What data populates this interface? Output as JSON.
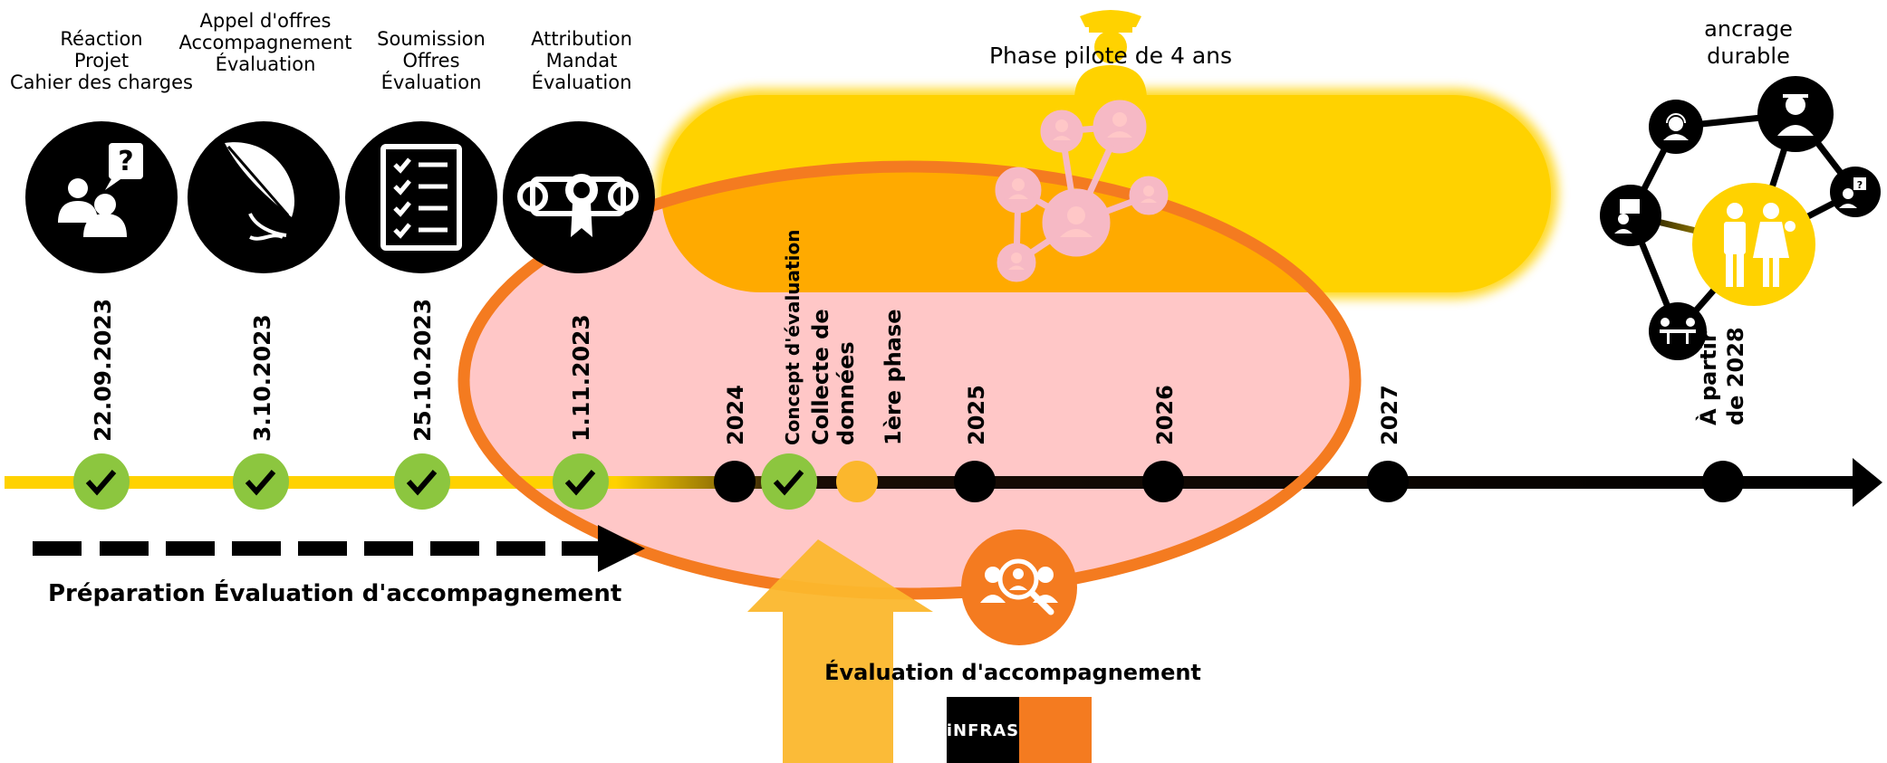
{
  "steps": [
    {
      "lines": [
        "Réaction",
        "Projet",
        "Cahier des charges"
      ],
      "date": "22.09.2023",
      "icon": "question-people-icon"
    },
    {
      "lines": [
        "Appel d'offres",
        "Accompagnement",
        "Évaluation"
      ],
      "date": "3.10.2023",
      "icon": "quill-pen-icon"
    },
    {
      "lines": [
        "Soumission",
        "Offres",
        "Évaluation"
      ],
      "date": "25.10.2023",
      "icon": "checklist-icon"
    },
    {
      "lines": [
        "Attribution",
        "Mandat",
        "Évaluation"
      ],
      "date": "1.11.2023",
      "icon": "diploma-scroll-icon"
    }
  ],
  "timeline": {
    "year_2024": "2024",
    "concept": "Concept d'évaluation",
    "collecte_1": "Collecte de",
    "collecte_2": "données",
    "premiere_phase": "1ère phase",
    "year_2025": "2025",
    "year_2026": "2026",
    "year_2027": "2027",
    "from_2028_1": "À partir",
    "from_2028_2": "de 2028"
  },
  "pilot_phase_label": "Phase pilote de 4 ans",
  "anchoring_label": [
    "ancrage",
    "durable"
  ],
  "preparation_label": "Préparation Évaluation d'accompagnement",
  "evaluation_label": "Évaluation d'accompagnement",
  "logo_text": "iNFRAS",
  "colors": {
    "yellow": "#FFD200",
    "green_check": "#8CC63F",
    "orange": "#F47B20",
    "pink": "#FFC7C7",
    "arrow_yellow": "#FBB72D",
    "dark_segment": "#2A0A06",
    "pink_network": "#F6B9C5"
  }
}
